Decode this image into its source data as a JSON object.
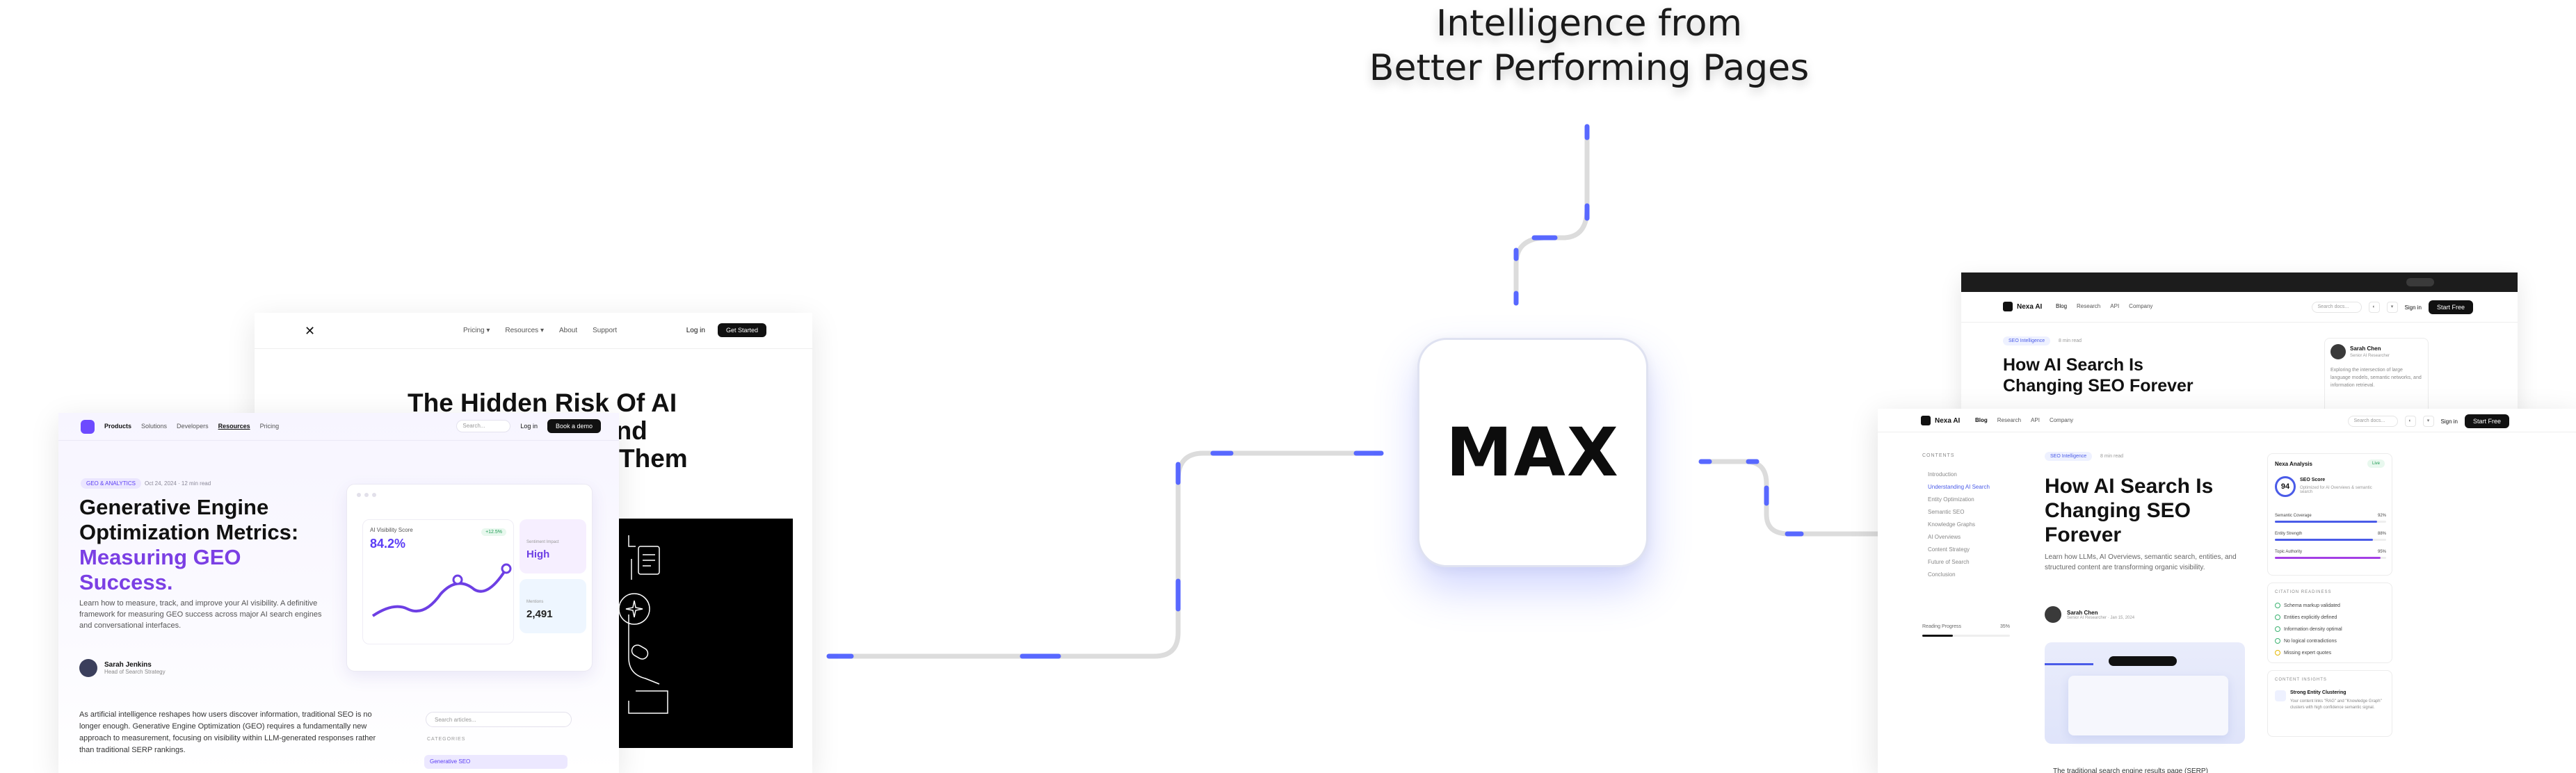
{
  "headline": {
    "line1": "Intelligence from",
    "line2": "Better Performing Pages"
  },
  "center": {
    "label": "MAX"
  },
  "colors": {
    "accent": "#5868ff",
    "wire": "#dedede",
    "purple": "#7b3fe4"
  },
  "card_back_left": {
    "logo": "✕",
    "nav": [
      "Pricing ▾",
      "Resources ▾",
      "About",
      "Support"
    ],
    "login": "Log in",
    "cta": "Get Started",
    "headline_line1": "The Hidden Risk Of AI",
    "headline_line2": "our Brand",
    "headline_line3": "Them"
  },
  "card_front_left": {
    "nav": [
      "Products",
      "Solutions",
      "Developers",
      "Resources",
      "Pricing"
    ],
    "search_placeholder": "Search...",
    "login": "Log in",
    "cta": "Book a demo",
    "badge": "GEO & ANALYTICS",
    "meta": "Oct 24, 2024 · 12 min read",
    "title_line1": "Generative Engine",
    "title_line2": "Optimization Metrics:",
    "title_line3": "Measuring GEO",
    "title_line4": "Success.",
    "lead": "Learn how to measure, track, and improve your AI visibility. A definitive framework for measuring GEO success across major AI search engines and conversational interfaces.",
    "author_name": "Sarah Jenkins",
    "author_role": "Head of Search Strategy",
    "body": "As artificial intelligence reshapes how users discover information, traditional SEO is no longer enough. Generative Engine Optimization (GEO) requires a fundamentally new approach to measurement, focusing on visibility within LLM-generated responses rather than traditional SERP rankings.",
    "dash": {
      "chart_label": "AI Visibility Score",
      "chart_value": "84.2%",
      "chart_change": "+12.5%",
      "tile1_label": "Sentiment Impact",
      "tile1_value": "High",
      "tile2_label": "Mentions",
      "tile2_value": "2,491"
    },
    "sidebar_search": "Search articles...",
    "categories_label": "CATEGORIES",
    "category_active": "Generative SEO"
  },
  "card_back_right": {
    "brand": "Nexa AI",
    "nav": [
      "Blog",
      "Research",
      "API",
      "Company"
    ],
    "search": "Search docs...",
    "signin": "Sign in",
    "cta": "Start Free",
    "tag": "SEO Intelligence",
    "mins": "8 min read",
    "title_line1": "How AI Search Is",
    "title_line2": "Changing SEO Forever",
    "author_name": "Sarah Chen",
    "author_role": "Senior AI Researcher",
    "author_desc": "Exploring the intersection of large language models, semantic networks, and information retrieval."
  },
  "card_front_right": {
    "brand": "Nexa AI",
    "nav": [
      "Blog",
      "Research",
      "API",
      "Company"
    ],
    "search": "Search docs...",
    "signin": "Sign in",
    "cta": "Start Free",
    "contents_label": "CONTENTS",
    "toc": [
      "Introduction",
      "Understanding AI Search",
      "Entity Optimization",
      "Semantic SEO",
      "Knowledge Graphs",
      "AI Overviews",
      "Content Strategy",
      "Future of Search",
      "Conclusion"
    ],
    "progress_label": "Reading Progress",
    "progress_value": "35%",
    "progress_fraction": 0.35,
    "tag": "SEO Intelligence",
    "mins": "8 min read",
    "title_line1": "How AI Search Is",
    "title_line2": "Changing SEO",
    "title_line3": "Forever",
    "lead": "Learn how LLMs, AI Overviews, semantic search, entities, and structured content are transforming organic visibility.",
    "author_name": "Sarah Chen",
    "author_role": "Senior AI Researcher · Jan 15, 2024",
    "footer_text": "The traditional search engine results page (SERP)",
    "analysis": {
      "title": "Nexa Analysis",
      "chip": "Live",
      "score": "94",
      "score_label": "SEO Score",
      "score_sub": "Optimized for AI Overviews & semantic search",
      "metrics": [
        {
          "name": "Semantic Coverage",
          "value": "92%",
          "fraction": 0.92,
          "color": "#4a5be8"
        },
        {
          "name": "Entity Strength",
          "value": "88%",
          "fraction": 0.88,
          "color": "#4a5be8"
        },
        {
          "name": "Topic Authority",
          "value": "95%",
          "fraction": 0.95,
          "color": "#a33fe4"
        }
      ],
      "citation_label": "CITATION READINESS",
      "signals": [
        {
          "text": "Schema markup validated",
          "ok": true
        },
        {
          "text": "Entities explicitly defined",
          "ok": true
        },
        {
          "text": "Information density optimal",
          "ok": true
        },
        {
          "text": "No logical contradictions",
          "ok": true
        },
        {
          "text": "Missing expert quotes",
          "ok": false
        }
      ],
      "insights_label": "CONTENT INSIGHTS",
      "insight_title": "Strong Entity Clustering",
      "insight_text": "Your content links \"RAG\" and \"Knowledge Graph\" clusters with high confidence semantic signal."
    }
  }
}
